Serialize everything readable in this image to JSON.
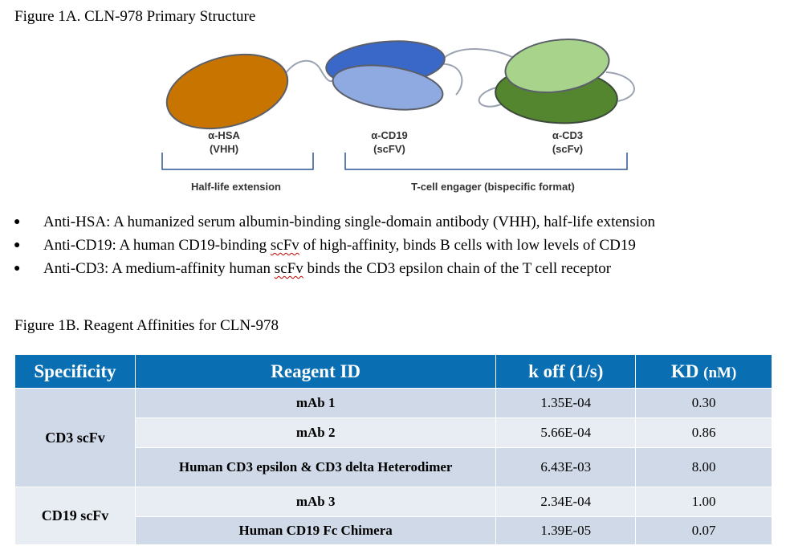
{
  "figure1a": {
    "title": "Figure 1A. CLN-978 Primary Structure",
    "domains": [
      {
        "label1": "α-HSA",
        "label2": "(VHH)"
      },
      {
        "label1": "α-CD19",
        "label2": "(scFV)"
      },
      {
        "label1": "α-CD3",
        "label2": "(scFv)"
      }
    ],
    "brackets": [
      "Half-life extension",
      "T-cell engager (bispecific format)"
    ],
    "colors": {
      "hsa": "#c87400",
      "cd19_dark": "#3a68c9",
      "cd19_light": "#8eaae0",
      "cd3_dark": "#54852f",
      "cd3_light": "#a8d38a"
    }
  },
  "bullets": [
    {
      "text": "Anti-HSA: A humanized serum albumin-binding single-domain antibody (VHH), half-life extension"
    },
    {
      "pre": "Anti-CD19: A human CD19-binding ",
      "sq": "scFv",
      "post": " of high-affinity, binds B cells with low levels of CD19"
    },
    {
      "pre": "Anti-CD3: A medium-affinity human ",
      "sq": "scFv",
      "post": " binds the CD3 epsilon chain of the T cell receptor"
    }
  ],
  "figure1b": {
    "title": "Figure 1B. Reagent Affinities for CLN-978",
    "headers": {
      "specificity": "Specificity",
      "reagent": "Reagent ID",
      "koff": "k off (1/s)",
      "kd": "KD",
      "kd_unit": "(nM)"
    },
    "groups": [
      {
        "specificity": "CD3 scFv",
        "rows": [
          {
            "reagent": "mAb 1",
            "koff": "1.35E-04",
            "kd": "0.30"
          },
          {
            "reagent": "mAb 2",
            "koff": "5.66E-04",
            "kd": "0.86"
          },
          {
            "reagent": "Human CD3 epsilon & CD3 delta Heterodimer",
            "koff": "6.43E-03",
            "kd": "8.00"
          }
        ]
      },
      {
        "specificity": "CD19 scFv",
        "rows": [
          {
            "reagent": "mAb 3",
            "koff": "2.34E-04",
            "kd": "1.00"
          },
          {
            "reagent": "Human CD19 Fc Chimera",
            "koff": "1.39E-05",
            "kd": "0.07"
          }
        ]
      }
    ]
  }
}
